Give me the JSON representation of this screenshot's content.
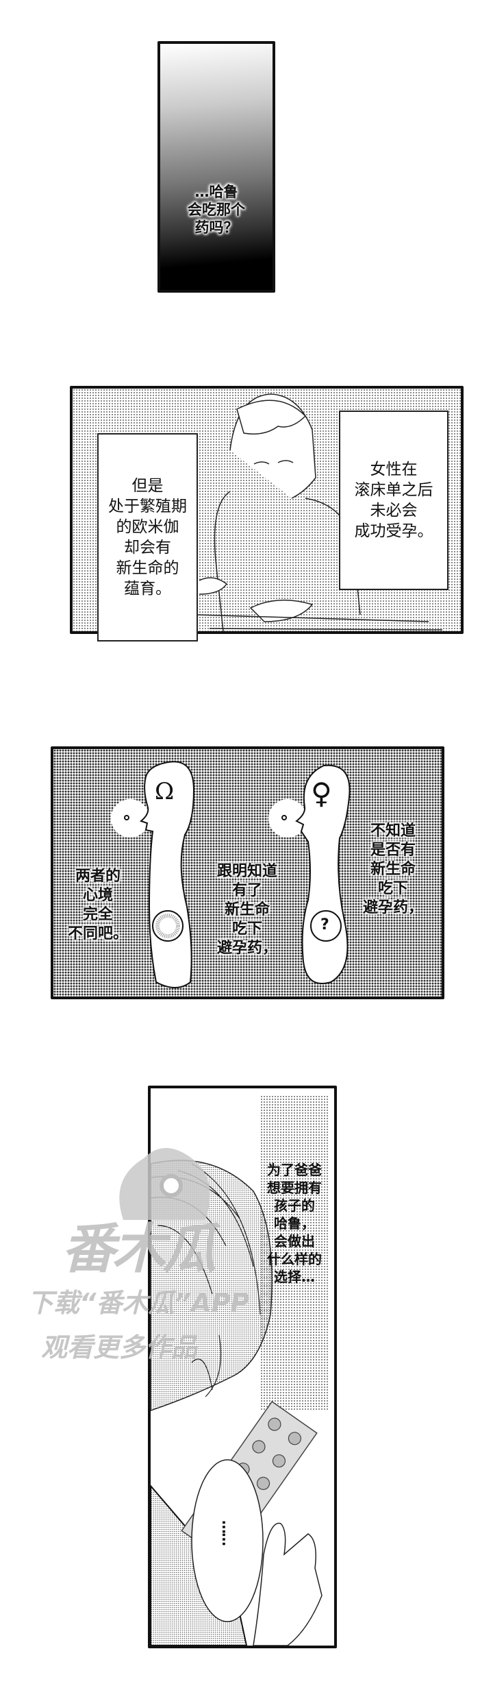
{
  "panels": [
    {
      "id": 1,
      "lines": [
        "…哈鲁",
        "会吃那个",
        "药吗？"
      ]
    },
    {
      "id": 2,
      "left_caption": [
        "但是",
        "处于繁殖期",
        "的欧米伽",
        "却会有",
        "新生命的",
        "蕴育。"
      ],
      "right_caption": [
        "女性在",
        "滚床单之后",
        "未必会",
        "成功受孕。"
      ]
    },
    {
      "id": 3,
      "left_symbol": "Ω",
      "right_symbol": "♀",
      "belly_question": "?",
      "left_text": [
        "两者的",
        "心境",
        "完全",
        "不同吧。"
      ],
      "middle_text": [
        "跟明知道",
        "有了",
        "新生命",
        "吃下",
        "避孕药，"
      ],
      "right_text": [
        "不知道",
        "是否有",
        "新生命",
        "吃下",
        "避孕药，"
      ]
    },
    {
      "id": 4,
      "narration": [
        "为了爸爸",
        "想要拥有",
        "孩子的",
        "哈鲁，",
        "会做出",
        "什么样的",
        "选择…"
      ],
      "bubble": "……"
    }
  ],
  "watermark": {
    "logo": "番木瓜",
    "line1": "下载“番木瓜”APP",
    "line2": "观看更多作品"
  }
}
